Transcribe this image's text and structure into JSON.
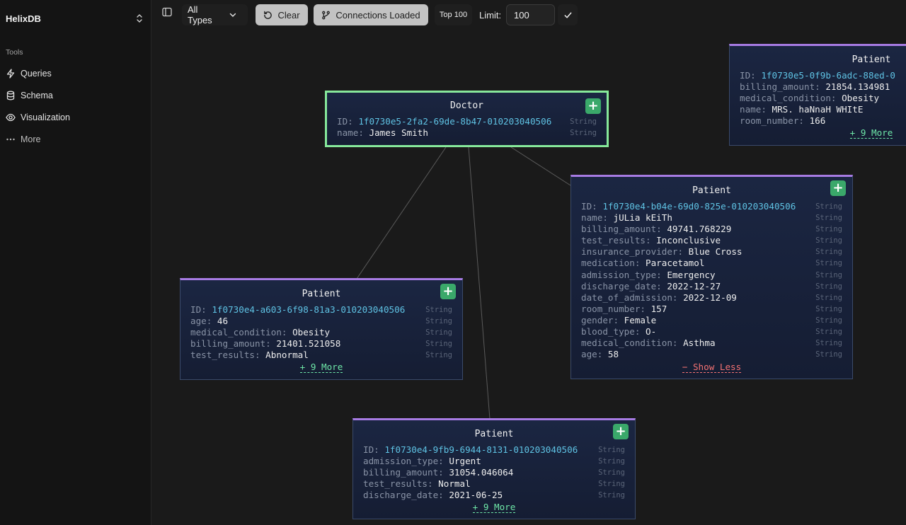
{
  "sidebar": {
    "brand": "HelixDB",
    "section_label": "Tools",
    "items": [
      {
        "label": "Queries",
        "icon": "bolt-icon"
      },
      {
        "label": "Schema",
        "icon": "database-icon"
      },
      {
        "label": "Visualization",
        "icon": "eye-icon"
      },
      {
        "label": "More",
        "icon": "ellipsis-icon"
      }
    ]
  },
  "toolbar": {
    "type_filter": "All Types",
    "clear_label": "Clear",
    "connections_label": "Connections Loaded",
    "top_label": "Top 100",
    "limit_label": "Limit:",
    "limit_value": "100"
  },
  "colors": {
    "doctor_border": "#86e89a",
    "patient_accent": "#a77be3",
    "id_text": "#5fc3e4",
    "more_link": "#6ee7a8",
    "less_link": "#f47272",
    "add_button": "#3aa86a"
  },
  "nodes": {
    "doctor": {
      "title": "Doctor",
      "props": [
        {
          "key": "ID: ",
          "value": "1f0730e5-2fa2-69de-8b47-010203040506",
          "type": "String"
        },
        {
          "key": "name: ",
          "value": "James Smith",
          "type": "String"
        }
      ]
    },
    "patient_tr": {
      "title": "Patient",
      "props": [
        {
          "key": "ID: ",
          "value": "1f0730e5-0f9b-6adc-88ed-0"
        },
        {
          "key": "billing_amount: ",
          "value": "21854.134981"
        },
        {
          "key": "medical_condition: ",
          "value": "Obesity"
        },
        {
          "key": "name: ",
          "value": "MRS. haNnaH WHItE"
        },
        {
          "key": "room_number: ",
          "value": "166"
        }
      ],
      "more": "+ 9 More"
    },
    "patient_right": {
      "title": "Patient",
      "props": [
        {
          "key": "ID: ",
          "value": "1f0730e4-b04e-69d0-825e-010203040506",
          "type": "String"
        },
        {
          "key": "name: ",
          "value": "jULia kEiTh",
          "type": "String"
        },
        {
          "key": "billing_amount: ",
          "value": "49741.768229",
          "type": "String"
        },
        {
          "key": "test_results: ",
          "value": "Inconclusive",
          "type": "String"
        },
        {
          "key": "insurance_provider: ",
          "value": "Blue Cross",
          "type": "String"
        },
        {
          "key": "medication: ",
          "value": "Paracetamol",
          "type": "String"
        },
        {
          "key": "admission_type: ",
          "value": "Emergency",
          "type": "String"
        },
        {
          "key": "discharge_date: ",
          "value": "2022-12-27",
          "type": "String"
        },
        {
          "key": "date_of_admission: ",
          "value": "2022-12-09",
          "type": "String"
        },
        {
          "key": "room_number: ",
          "value": "157",
          "type": "String"
        },
        {
          "key": "gender: ",
          "value": "Female",
          "type": "String"
        },
        {
          "key": "blood_type: ",
          "value": "O-",
          "type": "String"
        },
        {
          "key": "medical_condition: ",
          "value": "Asthma",
          "type": "String"
        },
        {
          "key": "age: ",
          "value": "58",
          "type": "String"
        }
      ],
      "less": "− Show Less"
    },
    "patient_left": {
      "title": "Patient",
      "props": [
        {
          "key": "ID: ",
          "value": "1f0730e4-a603-6f98-81a3-010203040506",
          "type": "String"
        },
        {
          "key": "age: ",
          "value": "46",
          "type": "String"
        },
        {
          "key": "medical_condition: ",
          "value": "Obesity",
          "type": "String"
        },
        {
          "key": "billing_amount: ",
          "value": "21401.521058",
          "type": "String"
        },
        {
          "key": "test_results: ",
          "value": "Abnormal",
          "type": "String"
        }
      ],
      "more": "+ 9 More"
    },
    "patient_bottom": {
      "title": "Patient",
      "props": [
        {
          "key": "ID: ",
          "value": "1f0730e4-9fb9-6944-8131-010203040506",
          "type": "String"
        },
        {
          "key": "admission_type: ",
          "value": "Urgent",
          "type": "String"
        },
        {
          "key": "billing_amount: ",
          "value": "31054.046064",
          "type": "String"
        },
        {
          "key": "test_results: ",
          "value": "Normal",
          "type": "String"
        },
        {
          "key": "discharge_date: ",
          "value": "2021-06-25",
          "type": "String"
        }
      ],
      "more": "+ 9 More"
    }
  }
}
